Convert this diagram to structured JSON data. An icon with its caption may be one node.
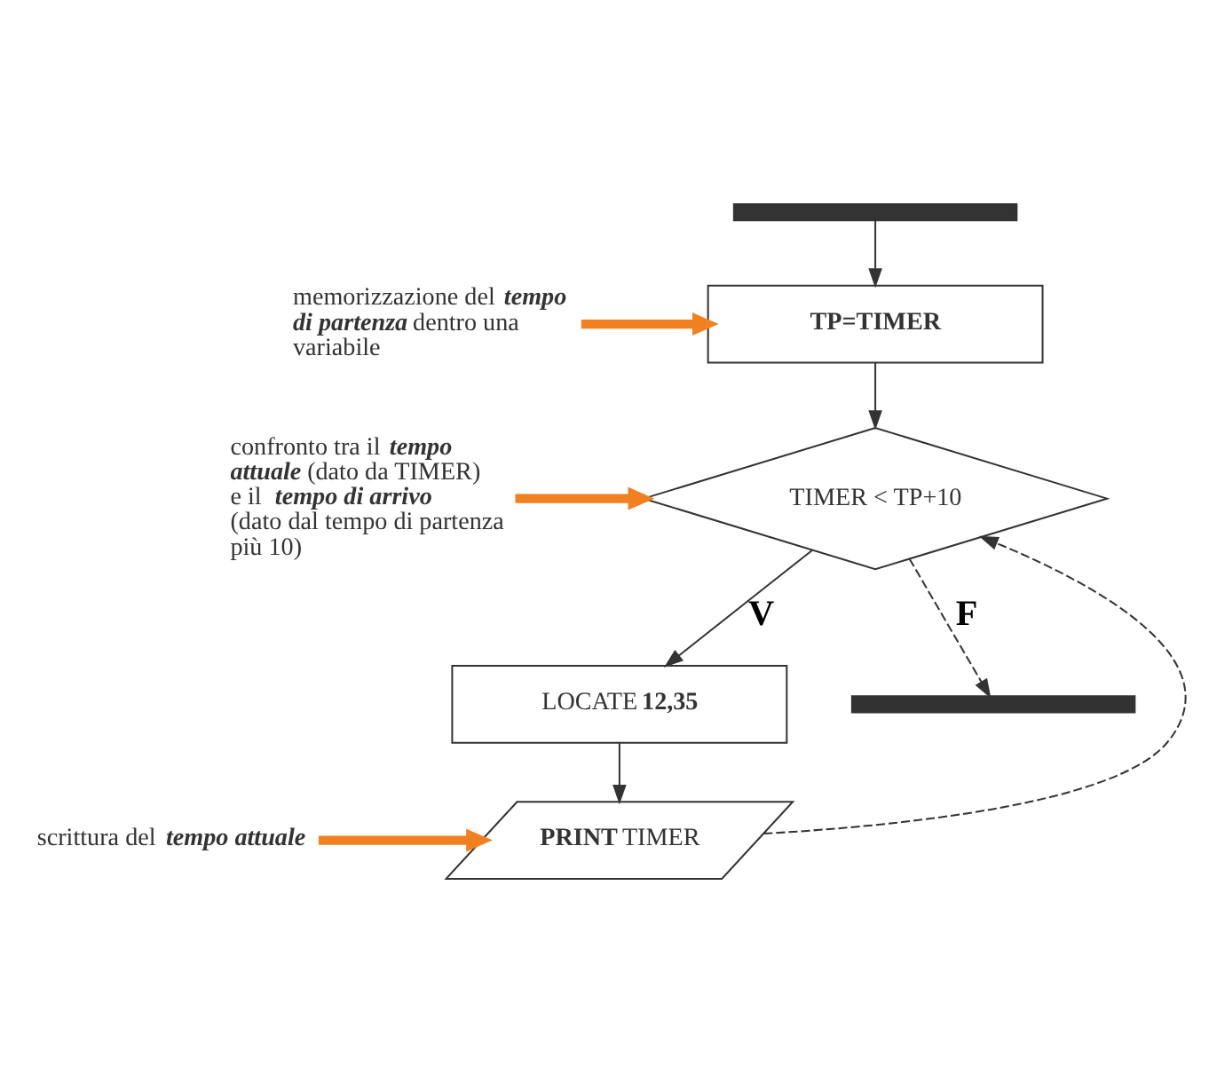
{
  "diagram": {
    "nodes": [
      {
        "text": [],
        "shape": "bar"
      },
      {
        "text": [
          "TP=TIMER"
        ]
      },
      {
        "text": [
          "TIMER < TP+10"
        ]
      },
      {
        "text": [
          "LOCATE **12,35**"
        ]
      },
      {
        "text": [
          "**PRINT** TIMER"
        ]
      },
      {
        "text": [],
        "shape": "bar"
      },
      {
        "text": [
          "memorizzazione del *tempo di partenza* dentro una variabile"
        ]
      },
      {
        "text": [
          "confronto tra il *tempo attuale* (dato da TIMER) e il *tempo di arrivo* (dato dal tempo di partenza più 10)"
        ]
      },
      {
        "text": [
          "scrittura del *tempo attuale*"
        ]
      }
    ],
    "edges": [
      {
        "from": 0,
        "to": 1,
        "arrow": "to"
      },
      {
        "from": 1,
        "to": 2,
        "arrow": "to"
      },
      {
        "from": 2,
        "to": 3,
        "arrow": "to",
        "label": "V"
      },
      {
        "from": 3,
        "to": 4,
        "arrow": "to"
      },
      {
        "from": 4,
        "to": 2,
        "arrow": "to",
        "style": "dashed"
      },
      {
        "from": 2,
        "to": 5,
        "arrow": "to",
        "label": "F",
        "style": "dashed"
      },
      {
        "from": 6,
        "to": 1,
        "arrow": "to",
        "style": "thick",
        "color": "#f08020"
      },
      {
        "from": 7,
        "to": 2,
        "arrow": "to",
        "style": "thick",
        "color": "#f08020"
      },
      {
        "from": 8,
        "to": 4,
        "arrow": "to",
        "style": "thick",
        "color": "#f08020"
      }
    ]
  }
}
